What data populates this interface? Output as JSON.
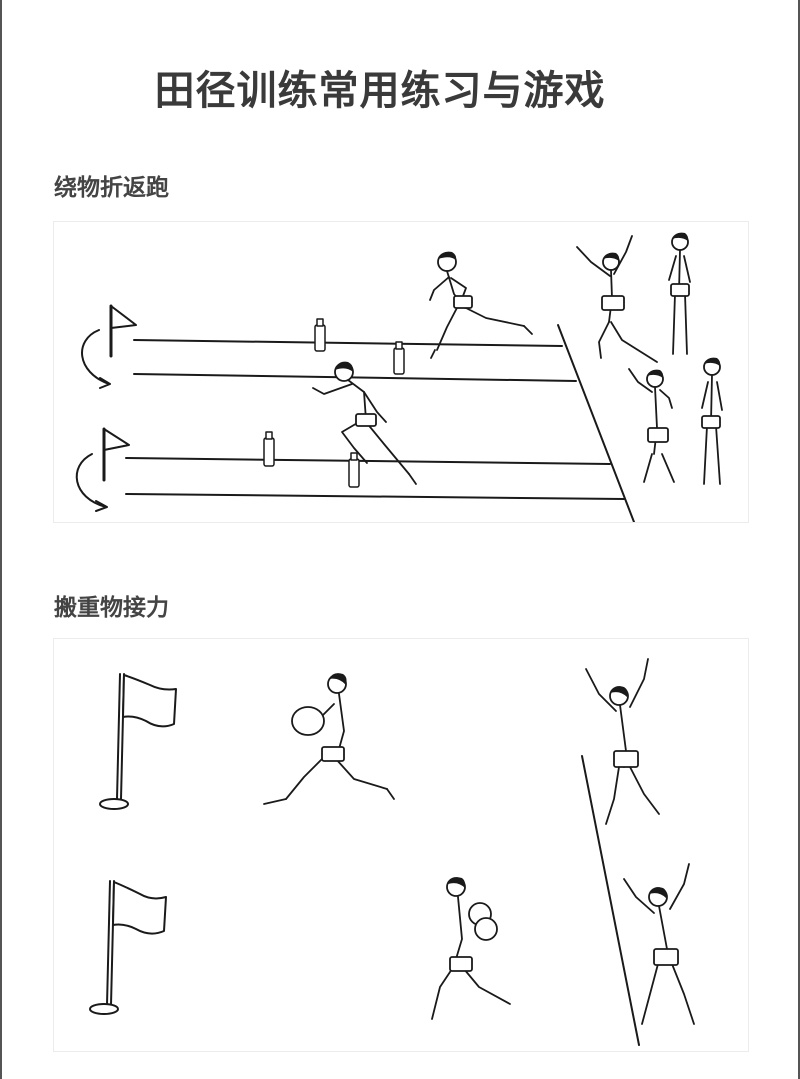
{
  "page": {
    "title": "田径训练常用练习与游戏"
  },
  "sections": [
    {
      "title": "绕物折返跑",
      "figure": {
        "description": "Two lanes of runners weaving around bottles, turning at flags, with teammates cheering behind a start line",
        "elements": [
          "flag-icon",
          "turn-arrow-icon",
          "bottle-icon",
          "runner-figure",
          "cheering-figure",
          "standing-figure",
          "start-line"
        ]
      }
    },
    {
      "title": "搬重物接力",
      "figure": {
        "description": "Two runners carrying balls toward flags, with teammates jumping with raised arms behind a line",
        "elements": [
          "flag-icon",
          "runner-carrying-ball-figure",
          "jumping-figure",
          "start-line"
        ]
      }
    }
  ]
}
